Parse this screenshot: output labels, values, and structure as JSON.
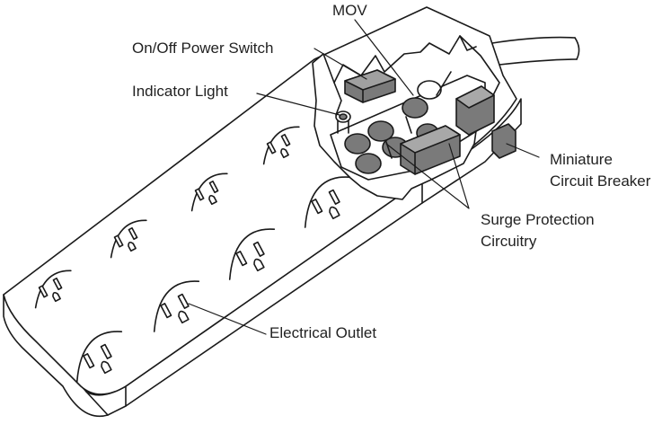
{
  "labels": {
    "mov": "MOV",
    "power_switch": "On/Off Power Switch",
    "indicator_light": "Indicator Light",
    "breaker_line1": "Miniature",
    "breaker_line2": "Circuit Breaker",
    "surge_line1": "Surge Protection",
    "surge_line2": "Circuitry",
    "outlet": "Electrical Outlet"
  },
  "colors": {
    "stroke": "#1a1a1a",
    "component_fill": "#7a7a7a",
    "body_fill": "#ffffff"
  }
}
